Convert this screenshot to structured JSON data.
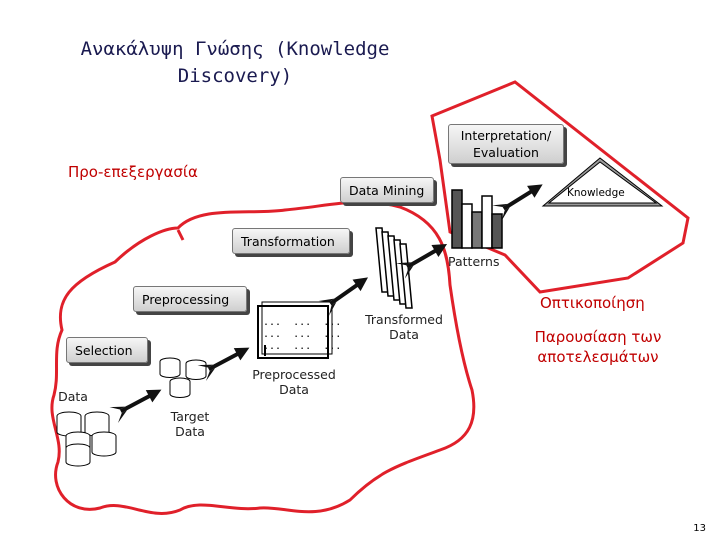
{
  "title_line1": "Ανακάλυψη Γνώσης (Knowledge",
  "title_line2": "Discovery)",
  "labels": {
    "preprocessing_gr": "Προ-επεξεργασία",
    "visualization_gr": "Οπτικοποίηση",
    "presentation_gr_1": "Παρουσίαση των",
    "presentation_gr_2": "αποτελεσμάτων"
  },
  "steps": {
    "selection": "Selection",
    "preprocessing": "Preprocessing",
    "transformation": "Transformation",
    "data_mining": "Data Mining",
    "interpretation_1": "Interpretation/",
    "interpretation_2": "Evaluation"
  },
  "artifacts": {
    "data": "Data",
    "target_1": "Target",
    "target_2": "Data",
    "preprocessed_1": "Preprocessed",
    "preprocessed_2": "Data",
    "transformed_1": "Transformed",
    "transformed_2": "Data",
    "patterns": "Patterns",
    "knowledge": "Knowledge",
    "dots_text": "...  ...  ...\n...  ...  ...\n...  ...  ..."
  },
  "page_number": "13",
  "colors": {
    "outline": "#e0202a",
    "label_red": "#c00000",
    "arrow": "#111111"
  }
}
